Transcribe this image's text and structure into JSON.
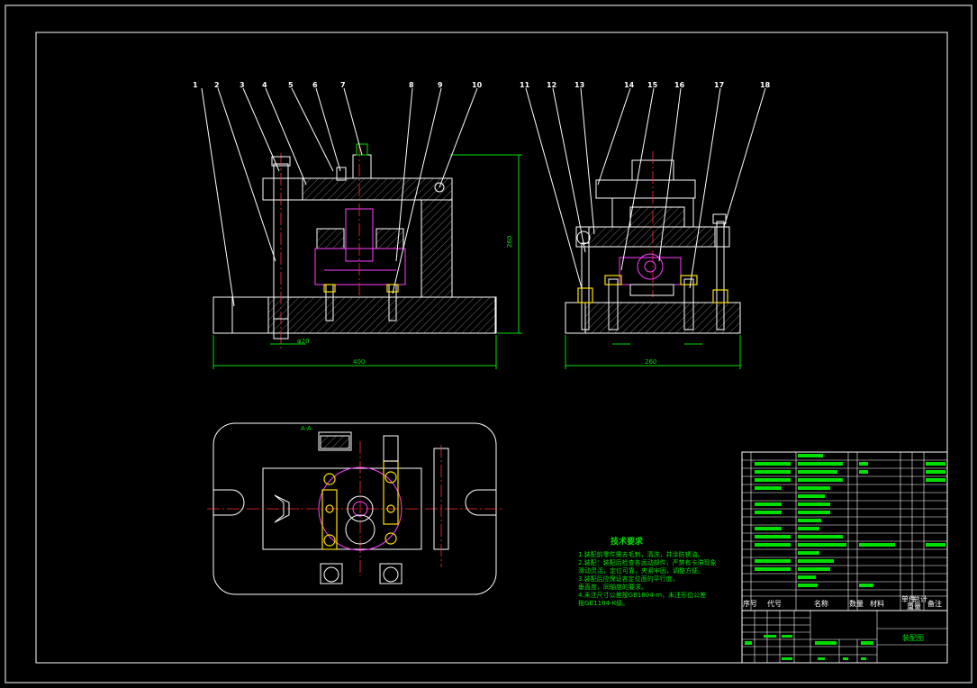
{
  "drawing": {
    "part_numbers_front": [
      "1",
      "2",
      "3",
      "4",
      "5",
      "6",
      "7",
      "8",
      "9",
      "10"
    ],
    "part_numbers_side": [
      "11",
      "12",
      "13",
      "14",
      "15",
      "16",
      "17",
      "18"
    ],
    "notes_title": "技术要求",
    "notes_lines": [
      "1.装配前零件需去毛刺，清洗，并涂防锈油。",
      "2.装配：装配后检查各运动部件，严禁有卡滞现象",
      "  滑动灵活，定位可靠，夹紧牢固，调整方便。",
      "3.装配后应保证各定位面的平行度，",
      "  垂直度，同轴度的要求。",
      "4.未注尺寸公差按GB1804-m，未注形位公差",
      "  按GB1184-K级。"
    ],
    "title_block": {
      "header": {
        "seq": "序号",
        "code": "代号",
        "name": "名称",
        "qty": "数量",
        "material": "材料",
        "unit_weight": "单件",
        "total_weight": "总计",
        "weight_label": "重量",
        "remark": "备注"
      },
      "drawing_title": "装配图"
    }
  },
  "colors": {
    "background": "#000000",
    "outline": "#ffffff",
    "dimension": "#00e000",
    "centerline": "#ff3030",
    "workpiece": "#ff40ff",
    "highlight": "#ffe000"
  }
}
